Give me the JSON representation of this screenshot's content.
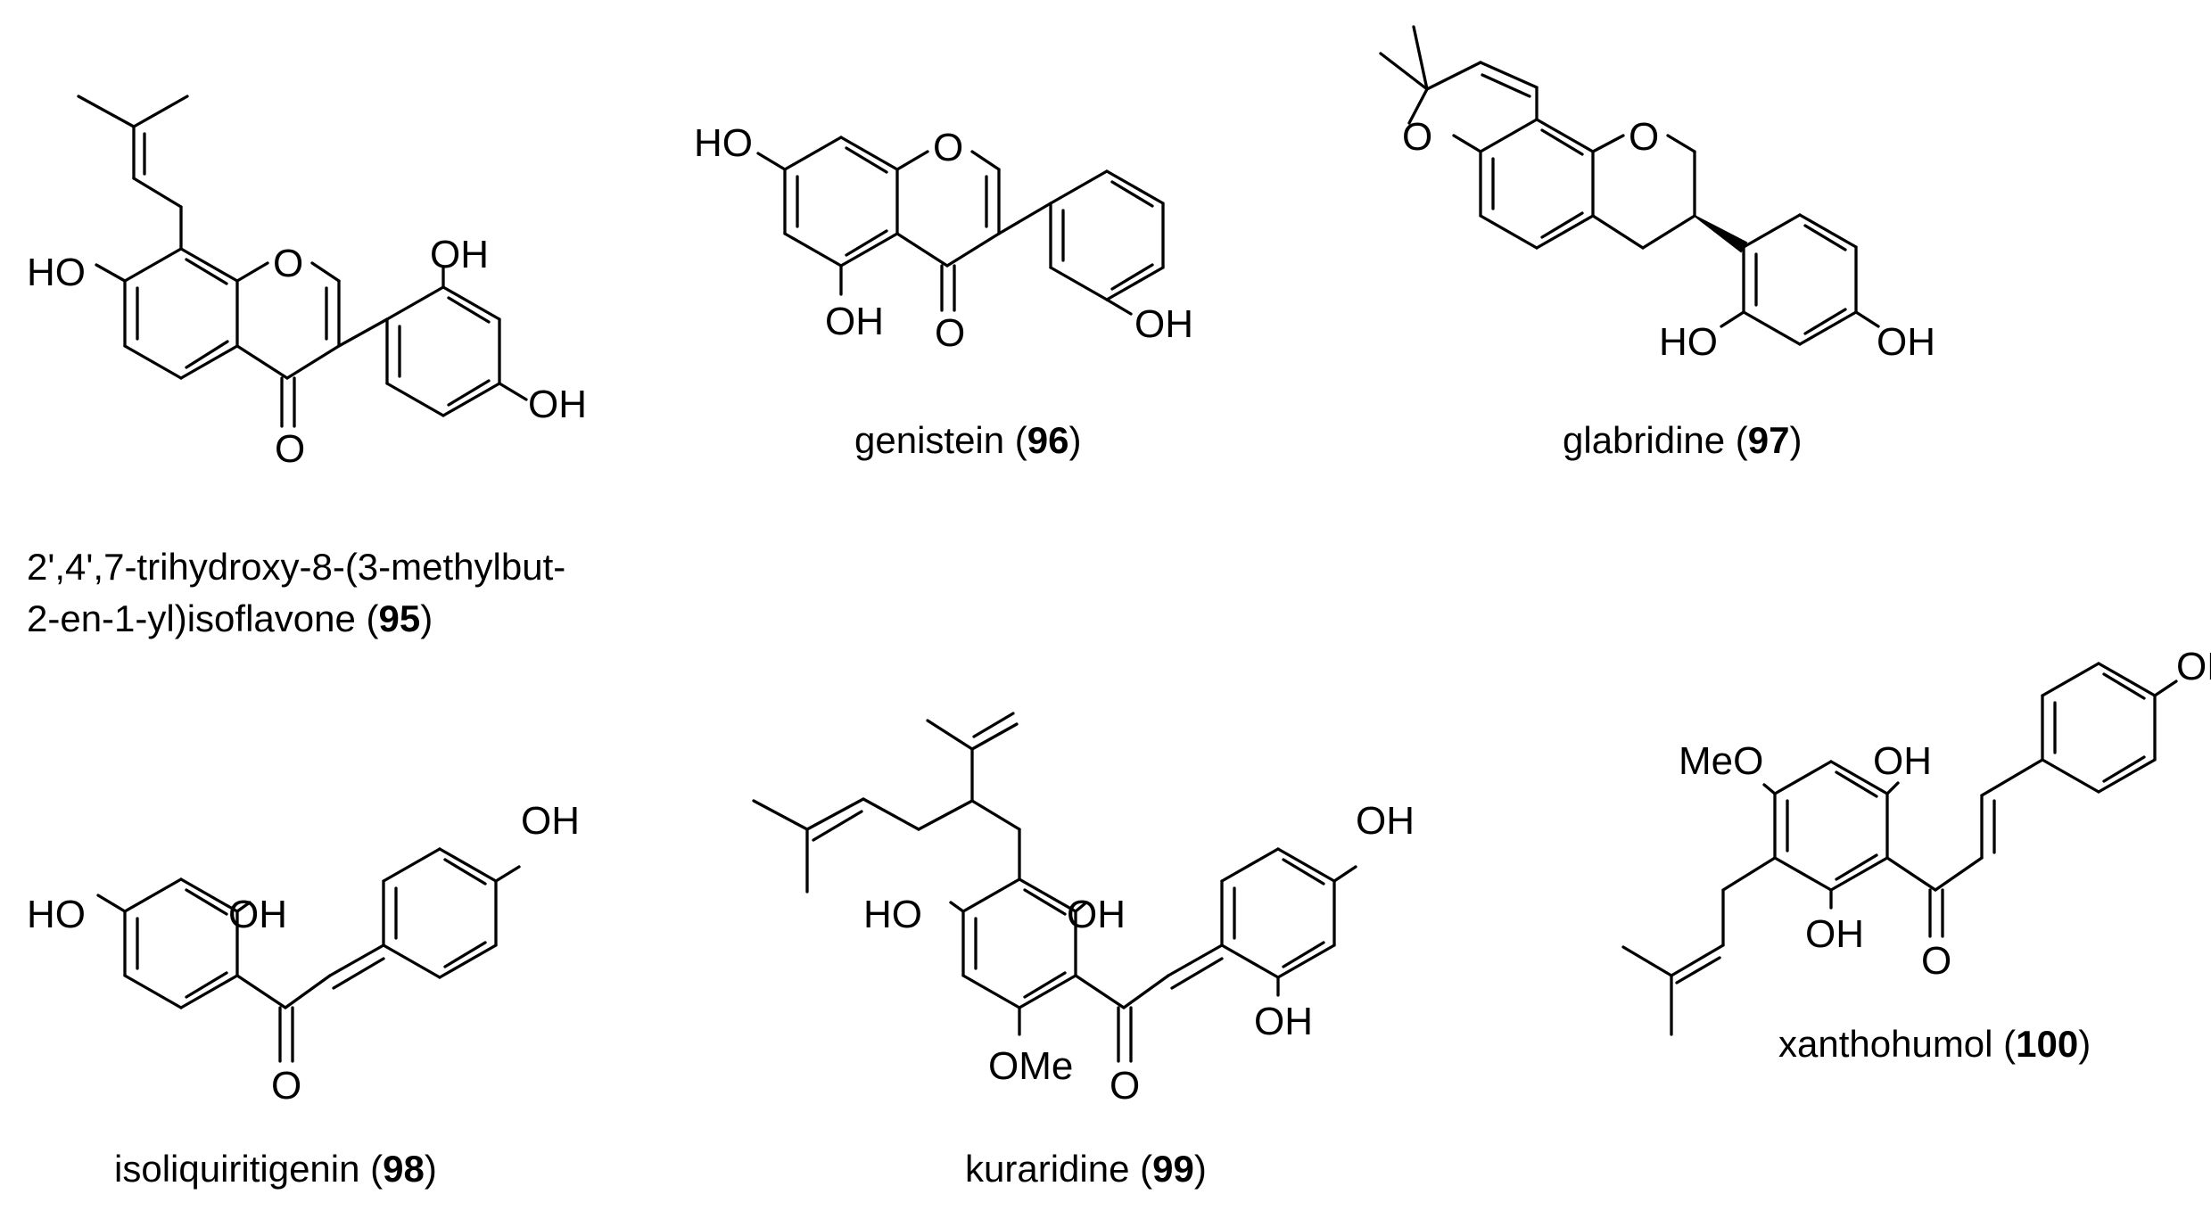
{
  "compounds": [
    {
      "id": "95",
      "caption_lines": [
        "2',4',7-trihydroxy-8-(3-methylbut-",
        "2-en-1-yl)isoflavone ("
      ],
      "number": "95",
      "caption_end": ")",
      "atom_labels": [
        "HO",
        "O",
        "OH",
        "O",
        "OH"
      ]
    },
    {
      "id": "96",
      "name": "genistein (",
      "number": "96",
      "caption_end": ")",
      "atom_labels": [
        "HO",
        "O",
        "OH",
        "O",
        "OH"
      ]
    },
    {
      "id": "97",
      "name": "glabridine (",
      "number": "97",
      "caption_end": ")",
      "atom_labels": [
        "O",
        "O",
        "HO",
        "OH"
      ]
    },
    {
      "id": "98",
      "name": "isoliquiritigenin (",
      "number": "98",
      "caption_end": ")",
      "atom_labels": [
        "HO",
        "OH",
        "OH",
        "O"
      ]
    },
    {
      "id": "99",
      "name": "kuraridine (",
      "number": "99",
      "caption_end": ")",
      "atom_labels": [
        "HO",
        "OH",
        "OMe",
        "O",
        "OH",
        "OH"
      ]
    },
    {
      "id": "100",
      "name": "xanthohumol (",
      "number": "100",
      "caption_end": ")",
      "atom_labels": [
        "MeO",
        "OH",
        "OH",
        "O",
        "OH"
      ]
    }
  ]
}
